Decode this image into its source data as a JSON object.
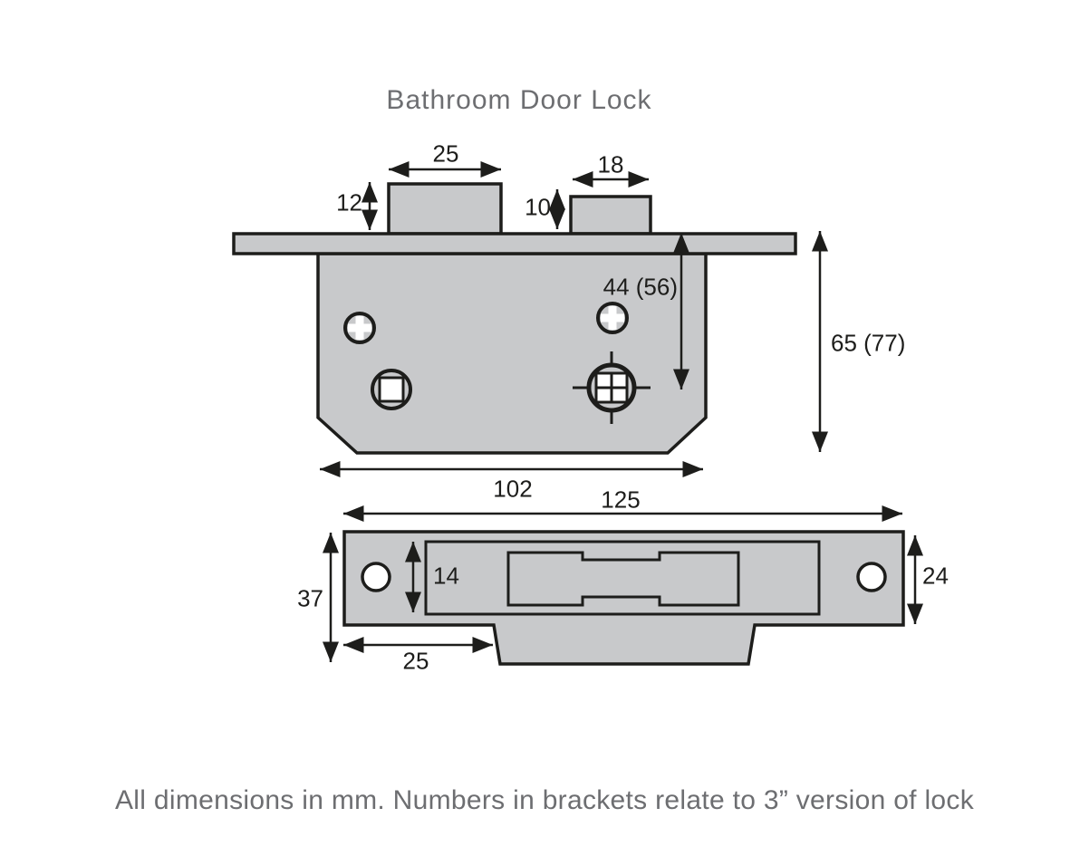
{
  "title": "Bathroom Door Lock",
  "footer": "All dimensions in mm. Numbers in brackets relate to 3” version of lock",
  "colors": {
    "metal_fill": "#c8c9cb",
    "outline": "#1d1d1b",
    "dim_text": "#1d1d1b",
    "heading_text": "#6d6e71",
    "background": "#ffffff",
    "hole_fill": "#ffffff"
  },
  "lock_case": {
    "latch_width": "25",
    "latch_height": "12",
    "bolt_width": "18",
    "bolt_height": "10",
    "backset": "44 (56)",
    "case_height": "65 (77)",
    "case_width": "102"
  },
  "strike_plate": {
    "length": "125",
    "cutout_height": "14",
    "total_height": "37",
    "lug_offset": "25",
    "width": "24"
  }
}
